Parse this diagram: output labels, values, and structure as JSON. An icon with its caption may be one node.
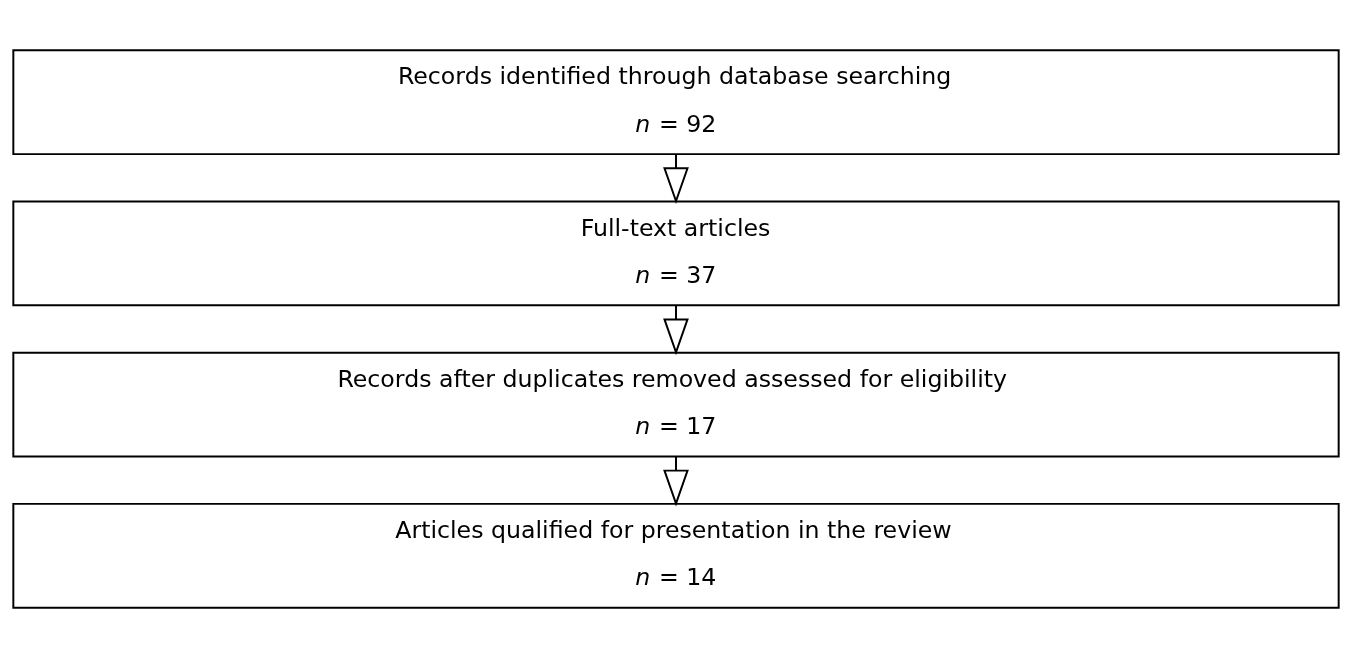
{
  "diagram": {
    "nodes": [
      {
        "text": [
          "Records identified through database searching",
          "*n* = 92"
        ]
      },
      {
        "text": [
          "Full-text articles",
          "*n* = 37"
        ]
      },
      {
        "text": [
          "Records after duplicates removed assessed for eligibility",
          "*n* = 17"
        ]
      },
      {
        "text": [
          "Articles qualified for presentation in the review",
          "*n* = 14"
        ]
      }
    ],
    "edges": [
      {
        "from": 0,
        "to": 1,
        "arrow": "to"
      },
      {
        "from": 1,
        "to": 2,
        "arrow": "to"
      },
      {
        "from": 2,
        "to": 3,
        "arrow": "to"
      }
    ]
  }
}
